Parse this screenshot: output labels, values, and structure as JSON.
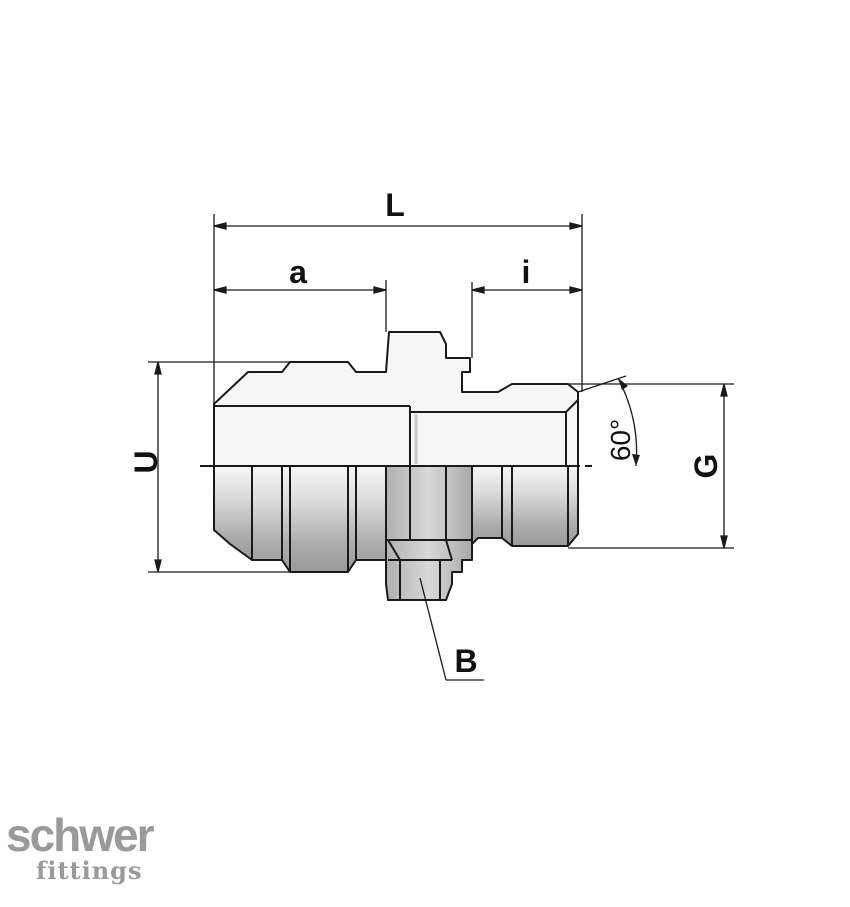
{
  "labels": {
    "L": "L",
    "a": "a",
    "i": "i",
    "U": "U",
    "G": "G",
    "B": "B",
    "angle": "60°"
  },
  "logo": {
    "line1": "schwer",
    "line2": "fittings"
  },
  "colors": {
    "body_light": "#f4f4f4",
    "body_mid": "#c9c9c9",
    "body_dark": "#9b9b9b",
    "outline": "#1a1a1a",
    "logo": "#9a9a9a"
  }
}
